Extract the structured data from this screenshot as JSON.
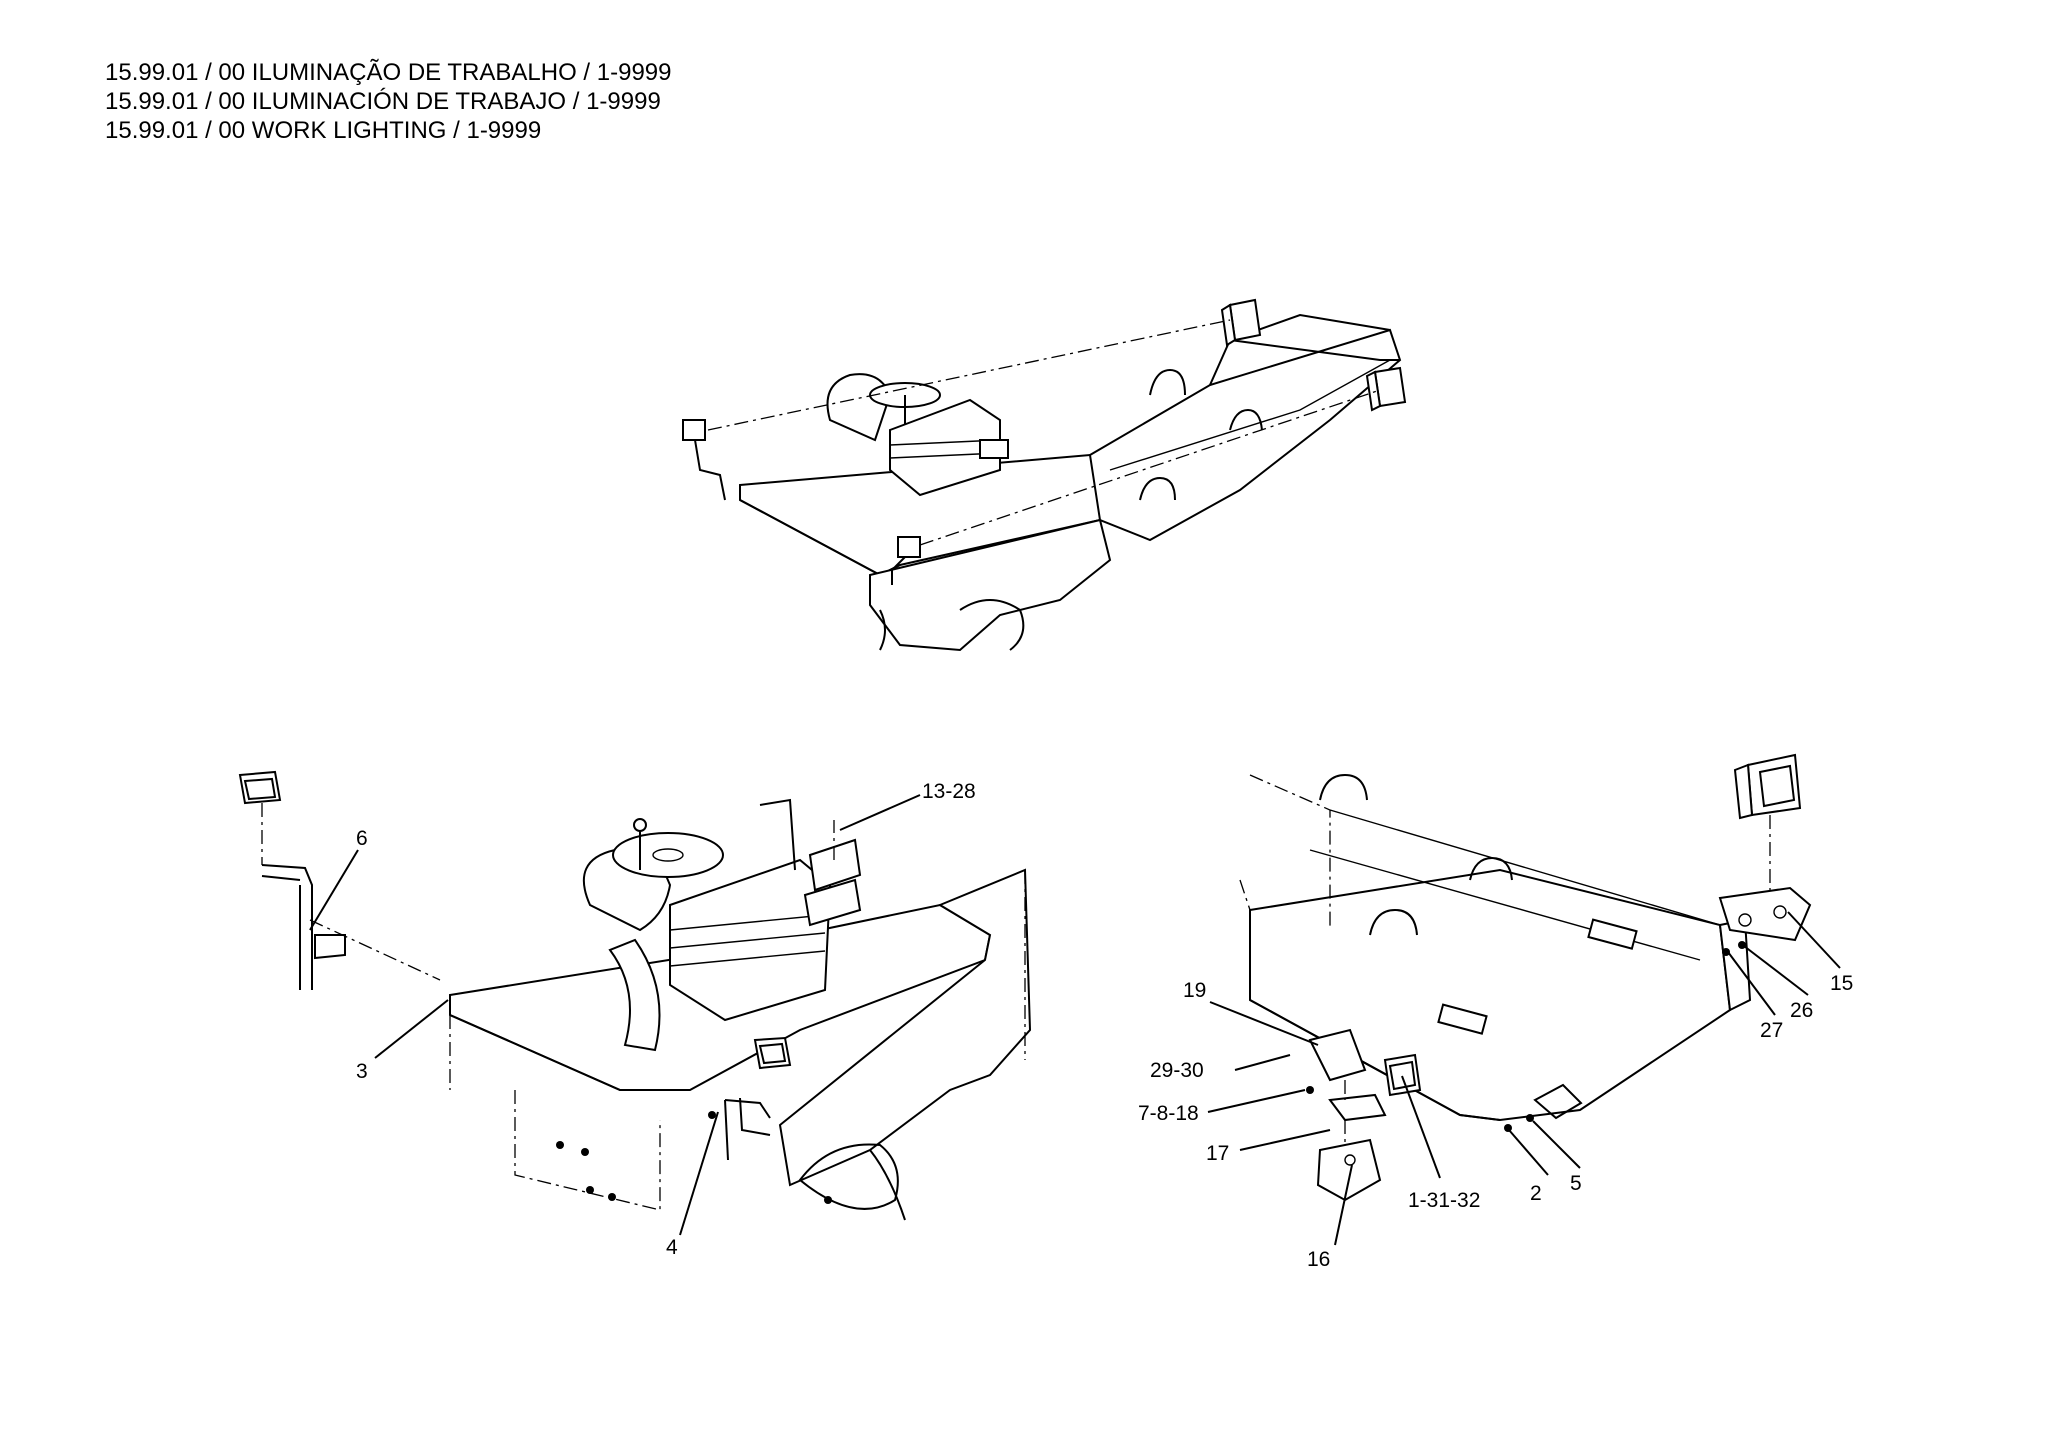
{
  "header": {
    "lines": [
      "15.99.01 / 00 ILUMINAÇÃO DE TRABALHO / 1-9999",
      "15.99.01 / 00 ILUMINACIÓN DE TRABAJO / 1-9999",
      "15.99.01 / 00 WORK LIGHTING / 1-9999"
    ]
  },
  "callouts": {
    "c13_28": "13-28",
    "c6": "6",
    "c3": "3",
    "c4": "4",
    "c19": "19",
    "c29_30": "29-30",
    "c7_8_18": "7-8-18",
    "c17": "17",
    "c16": "16",
    "c1_31_32": "1-31-32",
    "c2": "2",
    "c5": "5",
    "c15": "15",
    "c26": "26",
    "c27": "27"
  }
}
